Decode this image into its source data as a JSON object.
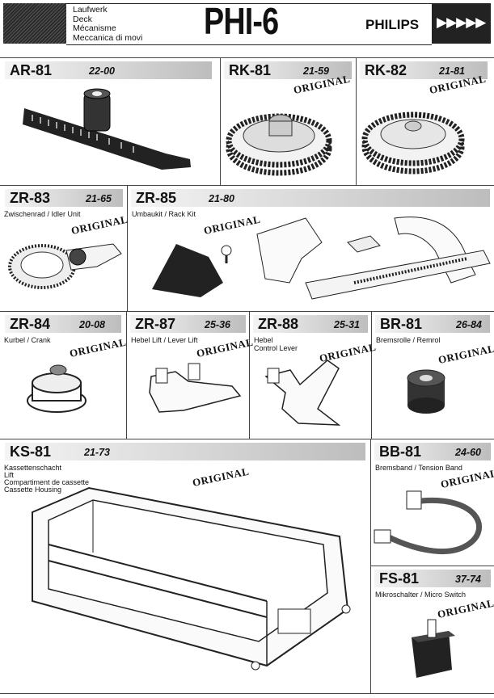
{
  "header": {
    "languages": [
      "Laufwerk",
      "Deck",
      "Mécanisme",
      "Meccanica di movi"
    ],
    "model": "PHI-6",
    "brand": "PHILIPS",
    "arrows": "▶▶▶▶▶"
  },
  "stamp": "ORIGINAL",
  "parts": {
    "ar81": {
      "code": "AR-81",
      "num": "22-00"
    },
    "rk81": {
      "code": "RK-81",
      "num": "21-59"
    },
    "rk82": {
      "code": "RK-82",
      "num": "21-81"
    },
    "zr83": {
      "code": "ZR-83",
      "num": "21-65",
      "desc": "Zwischenrad / Idler Unit"
    },
    "zr85": {
      "code": "ZR-85",
      "num": "21-80",
      "desc": "Umbaukit / Rack Kit"
    },
    "zr84": {
      "code": "ZR-84",
      "num": "20-08",
      "desc": "Kurbel / Crank"
    },
    "zr87": {
      "code": "ZR-87",
      "num": "25-36",
      "desc": "Hebel Lift / Lever Lift"
    },
    "zr88": {
      "code": "ZR-88",
      "num": "25-31",
      "desc1": "Hebel",
      "desc2": "Control Lever"
    },
    "br81": {
      "code": "BR-81",
      "num": "26-84",
      "desc": "Bremsrolle / Remrol"
    },
    "ks81": {
      "code": "KS-81",
      "num": "21-73",
      "desc1": "Kassettenschacht",
      "desc2": "Lift",
      "desc3": "Compartiment de cassette",
      "desc4": "Cassette Housing"
    },
    "bb81": {
      "code": "BB-81",
      "num": "24-60",
      "desc": "Bremsband / Tension Band"
    },
    "fs81": {
      "code": "FS-81",
      "num": "37-74",
      "desc": "Mikroschalter / Micro Switch"
    }
  }
}
